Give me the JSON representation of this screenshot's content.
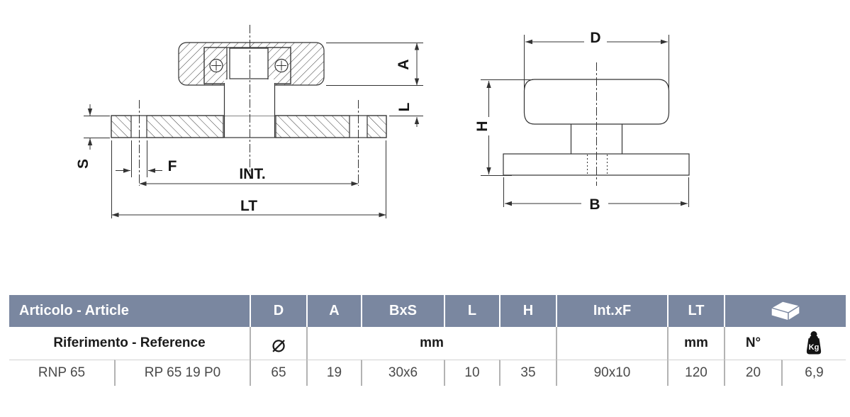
{
  "drawing": {
    "front_labels": {
      "a": "A",
      "l": "L",
      "s": "S",
      "f": "F",
      "int": "INT.",
      "lt": "LT"
    },
    "side_labels": {
      "d": "D",
      "h": "H",
      "b": "B"
    }
  },
  "table": {
    "header": {
      "article": "Articolo - Article",
      "d": "D",
      "a": "A",
      "bxs": "BxS",
      "l": "L",
      "h": "H",
      "intxf": "Int.xF",
      "lt": "LT"
    },
    "subheader": {
      "reference": "Riferimento - Reference",
      "diameter": "⌀",
      "mm_dims": "mm",
      "mm_lt": "mm",
      "number": "N°",
      "kg": "Kg"
    },
    "row": {
      "article_code": "RNP 65",
      "reference_code": "RP 65 19 P0",
      "d": "65",
      "a": "19",
      "bxs": "30x6",
      "l": "10",
      "h": "35",
      "intxf": "90x10",
      "lt": "120",
      "n": "20",
      "weight": "6,9"
    }
  },
  "colors": {
    "header_bg": "#7a87a0",
    "header_text": "#ffffff",
    "divider": "#b3b3b3",
    "row_text": "#4a4a4a",
    "drawing_line": "#333333"
  }
}
